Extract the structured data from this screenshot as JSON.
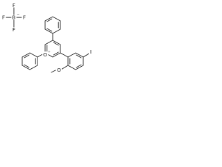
{
  "molecule": {
    "anion": {
      "boron": "B",
      "charge": "−",
      "fluorines": [
        "F",
        "F",
        "F",
        "F"
      ]
    },
    "cation": {
      "oxygen": "O",
      "charge": "+",
      "iodine": "I",
      "methoxy": "O"
    }
  },
  "colors": {
    "bond": "#1a1a1a",
    "background": "#ffffff"
  }
}
